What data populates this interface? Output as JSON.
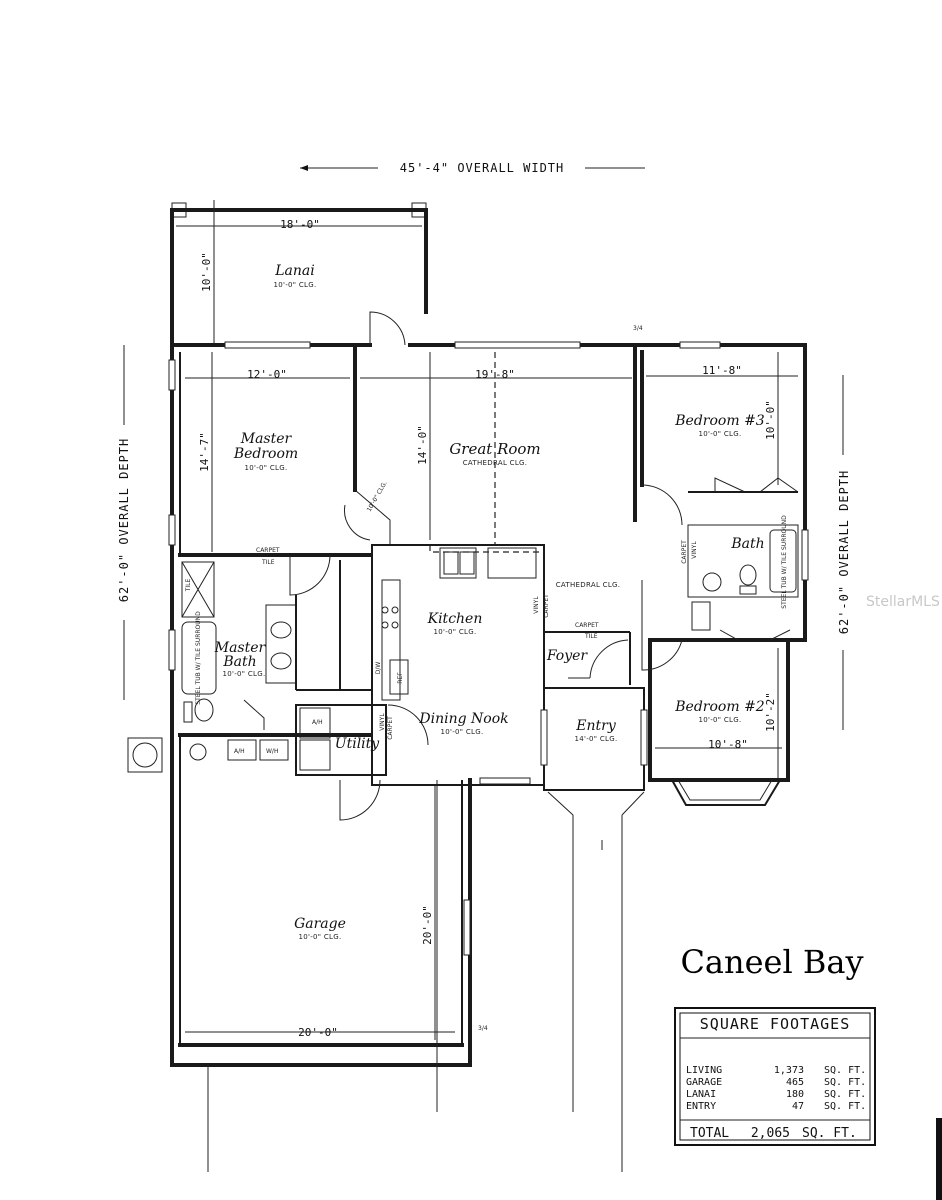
{
  "overall": {
    "width": "45'-4\" OVERALL WIDTH",
    "depth": "62'-0\" OVERALL DEPTH"
  },
  "rooms": {
    "lanai": {
      "name": "Lanai",
      "ceiling": "10'-0\" CLG."
    },
    "master_bedroom": {
      "name_line1": "Master",
      "name_line2": "Bedroom",
      "ceiling": "10'-0\" CLG."
    },
    "great_room": {
      "name": "Great Room",
      "ceiling": "CATHEDRAL CLG."
    },
    "bedroom3": {
      "name": "Bedroom #3",
      "ceiling": "10'-0\" CLG."
    },
    "bath": {
      "name": "Bath"
    },
    "kitchen": {
      "name": "Kitchen",
      "ceiling": "10'-0\" CLG."
    },
    "cathedral_note": "CATHEDRAL CLG.",
    "master_bath": {
      "name_line1": "Master",
      "name_line2": "Bath",
      "ceiling": "10'-0\" CLG."
    },
    "foyer": {
      "name": "Foyer"
    },
    "dining_nook": {
      "name": "Dining Nook",
      "ceiling": "10'-0\" CLG."
    },
    "entry": {
      "name": "Entry",
      "ceiling": "14'-0\" CLG."
    },
    "bedroom2": {
      "name": "Bedroom #2",
      "ceiling": "10'-0\" CLG."
    },
    "utility": {
      "name": "Utility"
    },
    "garage": {
      "name": "Garage",
      "ceiling": "10'-0\" CLG."
    }
  },
  "dimensions": {
    "lanai_width": "18'-0\"",
    "lanai_depth": "10'-0\"",
    "master_width": "12'-0\"",
    "master_depth": "14'-7\"",
    "great_width": "19'-8\"",
    "great_depth": "14'-0\"",
    "bed3_width": "11'-8\"",
    "bed3_depth": "10'-0\"",
    "bed2_width": "10'-8\"",
    "bed2_depth": "10'-2\"",
    "garage_width": "20'-0\"",
    "garage_depth": "20'-0\"",
    "wic": "10'-0\" CLG."
  },
  "labels": {
    "carpet": "CARPET",
    "tile": "TILE",
    "vinyl": "VINYL",
    "carpet_v": "CARPET",
    "tub_note": "STEEL TUB W/ TILE SURROUND",
    "ref": "REF",
    "dw": "D/W",
    "ah": "A/H",
    "wh": "W/H",
    "tile_small": "TILE",
    "marker_top": "3/4",
    "marker_garage": "3/4"
  },
  "plan_title": "Caneel Bay",
  "square_footages": {
    "heading": "SQUARE FOOTAGES",
    "rows": [
      {
        "label": "LIVING",
        "value": "1,373",
        "unit": "SQ. FT."
      },
      {
        "label": "GARAGE",
        "value": "465",
        "unit": "SQ. FT."
      },
      {
        "label": "LANAI",
        "value": "180",
        "unit": "SQ. FT."
      },
      {
        "label": "ENTRY",
        "value": "47",
        "unit": "SQ. FT."
      }
    ],
    "total_label": "TOTAL",
    "total_value": "2,065",
    "total_unit": "SQ. FT."
  },
  "watermark": "StellarMLS"
}
